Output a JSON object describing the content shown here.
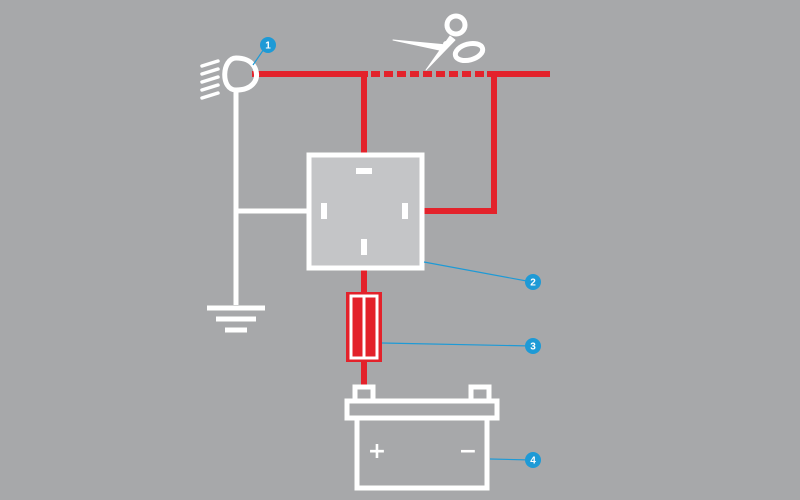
{
  "colors": {
    "background": "#a7a8aa",
    "wire_power": "#e3222b",
    "wire_ground": "#ffffff",
    "relay_fill": "#c4c5c7",
    "fuse_fill": "#e3222b",
    "callout": "#1e9ad6"
  },
  "icons": [
    "headlight-icon",
    "scissors-icon",
    "ground-symbol-icon",
    "relay-icon",
    "fuse-icon",
    "battery-icon"
  ],
  "callouts": [
    {
      "label": "1",
      "target": "headlight"
    },
    {
      "label": "2",
      "target": "relay"
    },
    {
      "label": "3",
      "target": "fuse"
    },
    {
      "label": "4",
      "target": "battery"
    }
  ],
  "battery": {
    "positive_sign": "+",
    "negative_sign": "−"
  }
}
